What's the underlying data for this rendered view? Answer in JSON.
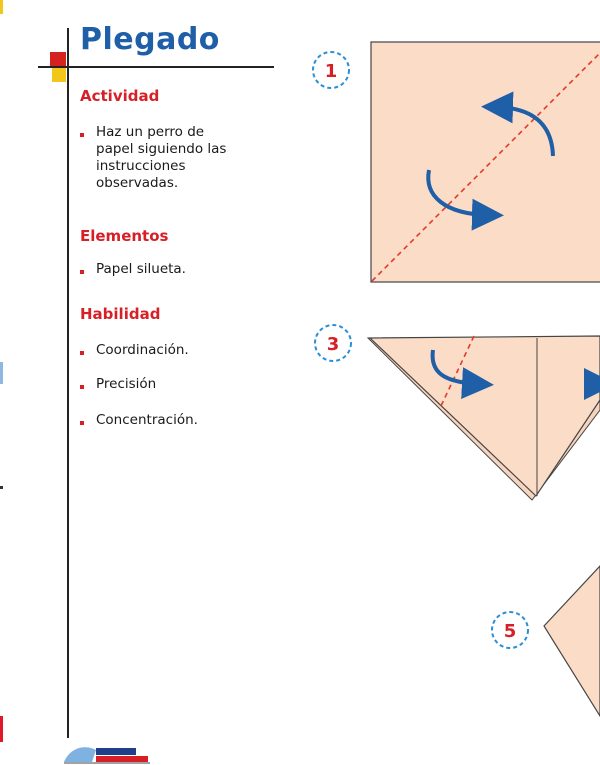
{
  "title": "Plegado",
  "sections": [
    {
      "heading": "Actividad",
      "items": [
        "Haz un perro de papel siguiendo las instrucciones observadas."
      ]
    },
    {
      "heading": "Elementos",
      "items": [
        "Papel silueta."
      ]
    },
    {
      "heading": "Habilidad",
      "items": [
        "Coordinación.",
        "Precisión",
        "Concentración."
      ]
    }
  ],
  "steps": [
    "1",
    "3",
    "5"
  ],
  "colors": {
    "title": "#1f5fa8",
    "heading": "#d71f26",
    "paper": "#fbdcc7",
    "arrow": "#1f5fa8",
    "foldline": "#e33a2a"
  },
  "icons": [
    "curved-arrow-icon",
    "red-square",
    "yellow-square",
    "publisher-logo"
  ]
}
